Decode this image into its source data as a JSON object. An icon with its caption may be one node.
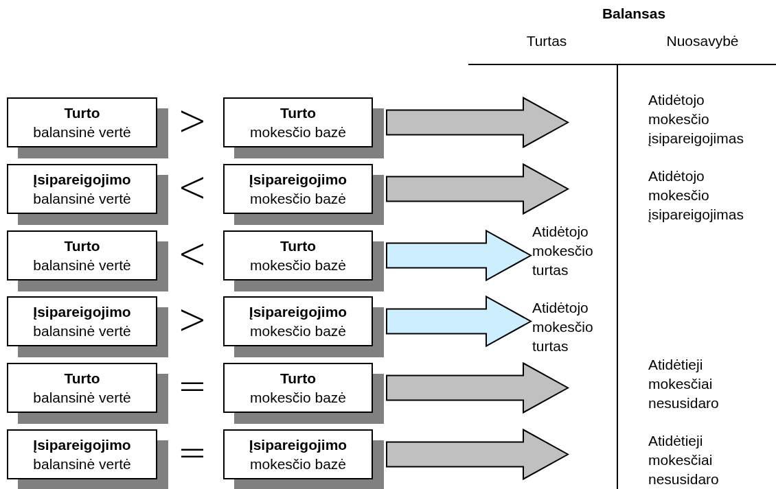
{
  "diagram": {
    "nodes": [
      {
        "text": [
          "Turto",
          "balansinė vertė"
        ]
      },
      {
        "text": [
          "Turto",
          "mokesčio bazė"
        ]
      },
      {
        "text": [
          "Atidėtojo mokesčio įsipareigojimas"
        ]
      },
      {
        "text": [
          "Įsipareigojimo",
          "balansinė vertė"
        ]
      },
      {
        "text": [
          "Įsipareigojimo",
          "mokesčio bazė"
        ]
      },
      {
        "text": [
          "Atidėtojo mokesčio įsipareigojimas"
        ]
      },
      {
        "text": [
          "Turto",
          "balansinė vertė"
        ]
      },
      {
        "text": [
          "Turto",
          "mokesčio bazė"
        ]
      },
      {
        "text": [
          "Atidėtojo mokesčio turtas"
        ]
      },
      {
        "text": [
          "Įsipareigojimo",
          "balansinė vertė"
        ]
      },
      {
        "text": [
          "Įsipareigojimo",
          "mokesčio bazė"
        ]
      },
      {
        "text": [
          "Atidėtojo mokesčio turtas"
        ]
      },
      {
        "text": [
          "Turto",
          "balansinė vertė"
        ]
      },
      {
        "text": [
          "Turto",
          "mokesčio bazė"
        ]
      },
      {
        "text": [
          "Atidėtieji mokesčiai nesusidaro"
        ]
      },
      {
        "text": [
          "Įsipareigojimo",
          "balansinė vertė"
        ]
      },
      {
        "text": [
          "Įsipareigojimo",
          "mokesčio bazė"
        ]
      },
      {
        "text": [
          "Atidėtieji mokesčiai nesusidaro"
        ]
      }
    ],
    "edges": [
      {
        "from": 1,
        "to": 2,
        "arrow": "to"
      },
      {
        "from": 4,
        "to": 5,
        "arrow": "to"
      },
      {
        "from": 7,
        "to": 8,
        "arrow": "to",
        "color": "#cceeff"
      },
      {
        "from": 10,
        "to": 11,
        "arrow": "to",
        "color": "#cceeff"
      },
      {
        "from": 13,
        "to": 14,
        "arrow": "to"
      },
      {
        "from": 16,
        "to": 17,
        "arrow": "to"
      }
    ],
    "labels": [
      "Balansas",
      "Turtas",
      "Nuosavybė",
      ">",
      "<",
      "<",
      ">",
      "=",
      "="
    ]
  }
}
